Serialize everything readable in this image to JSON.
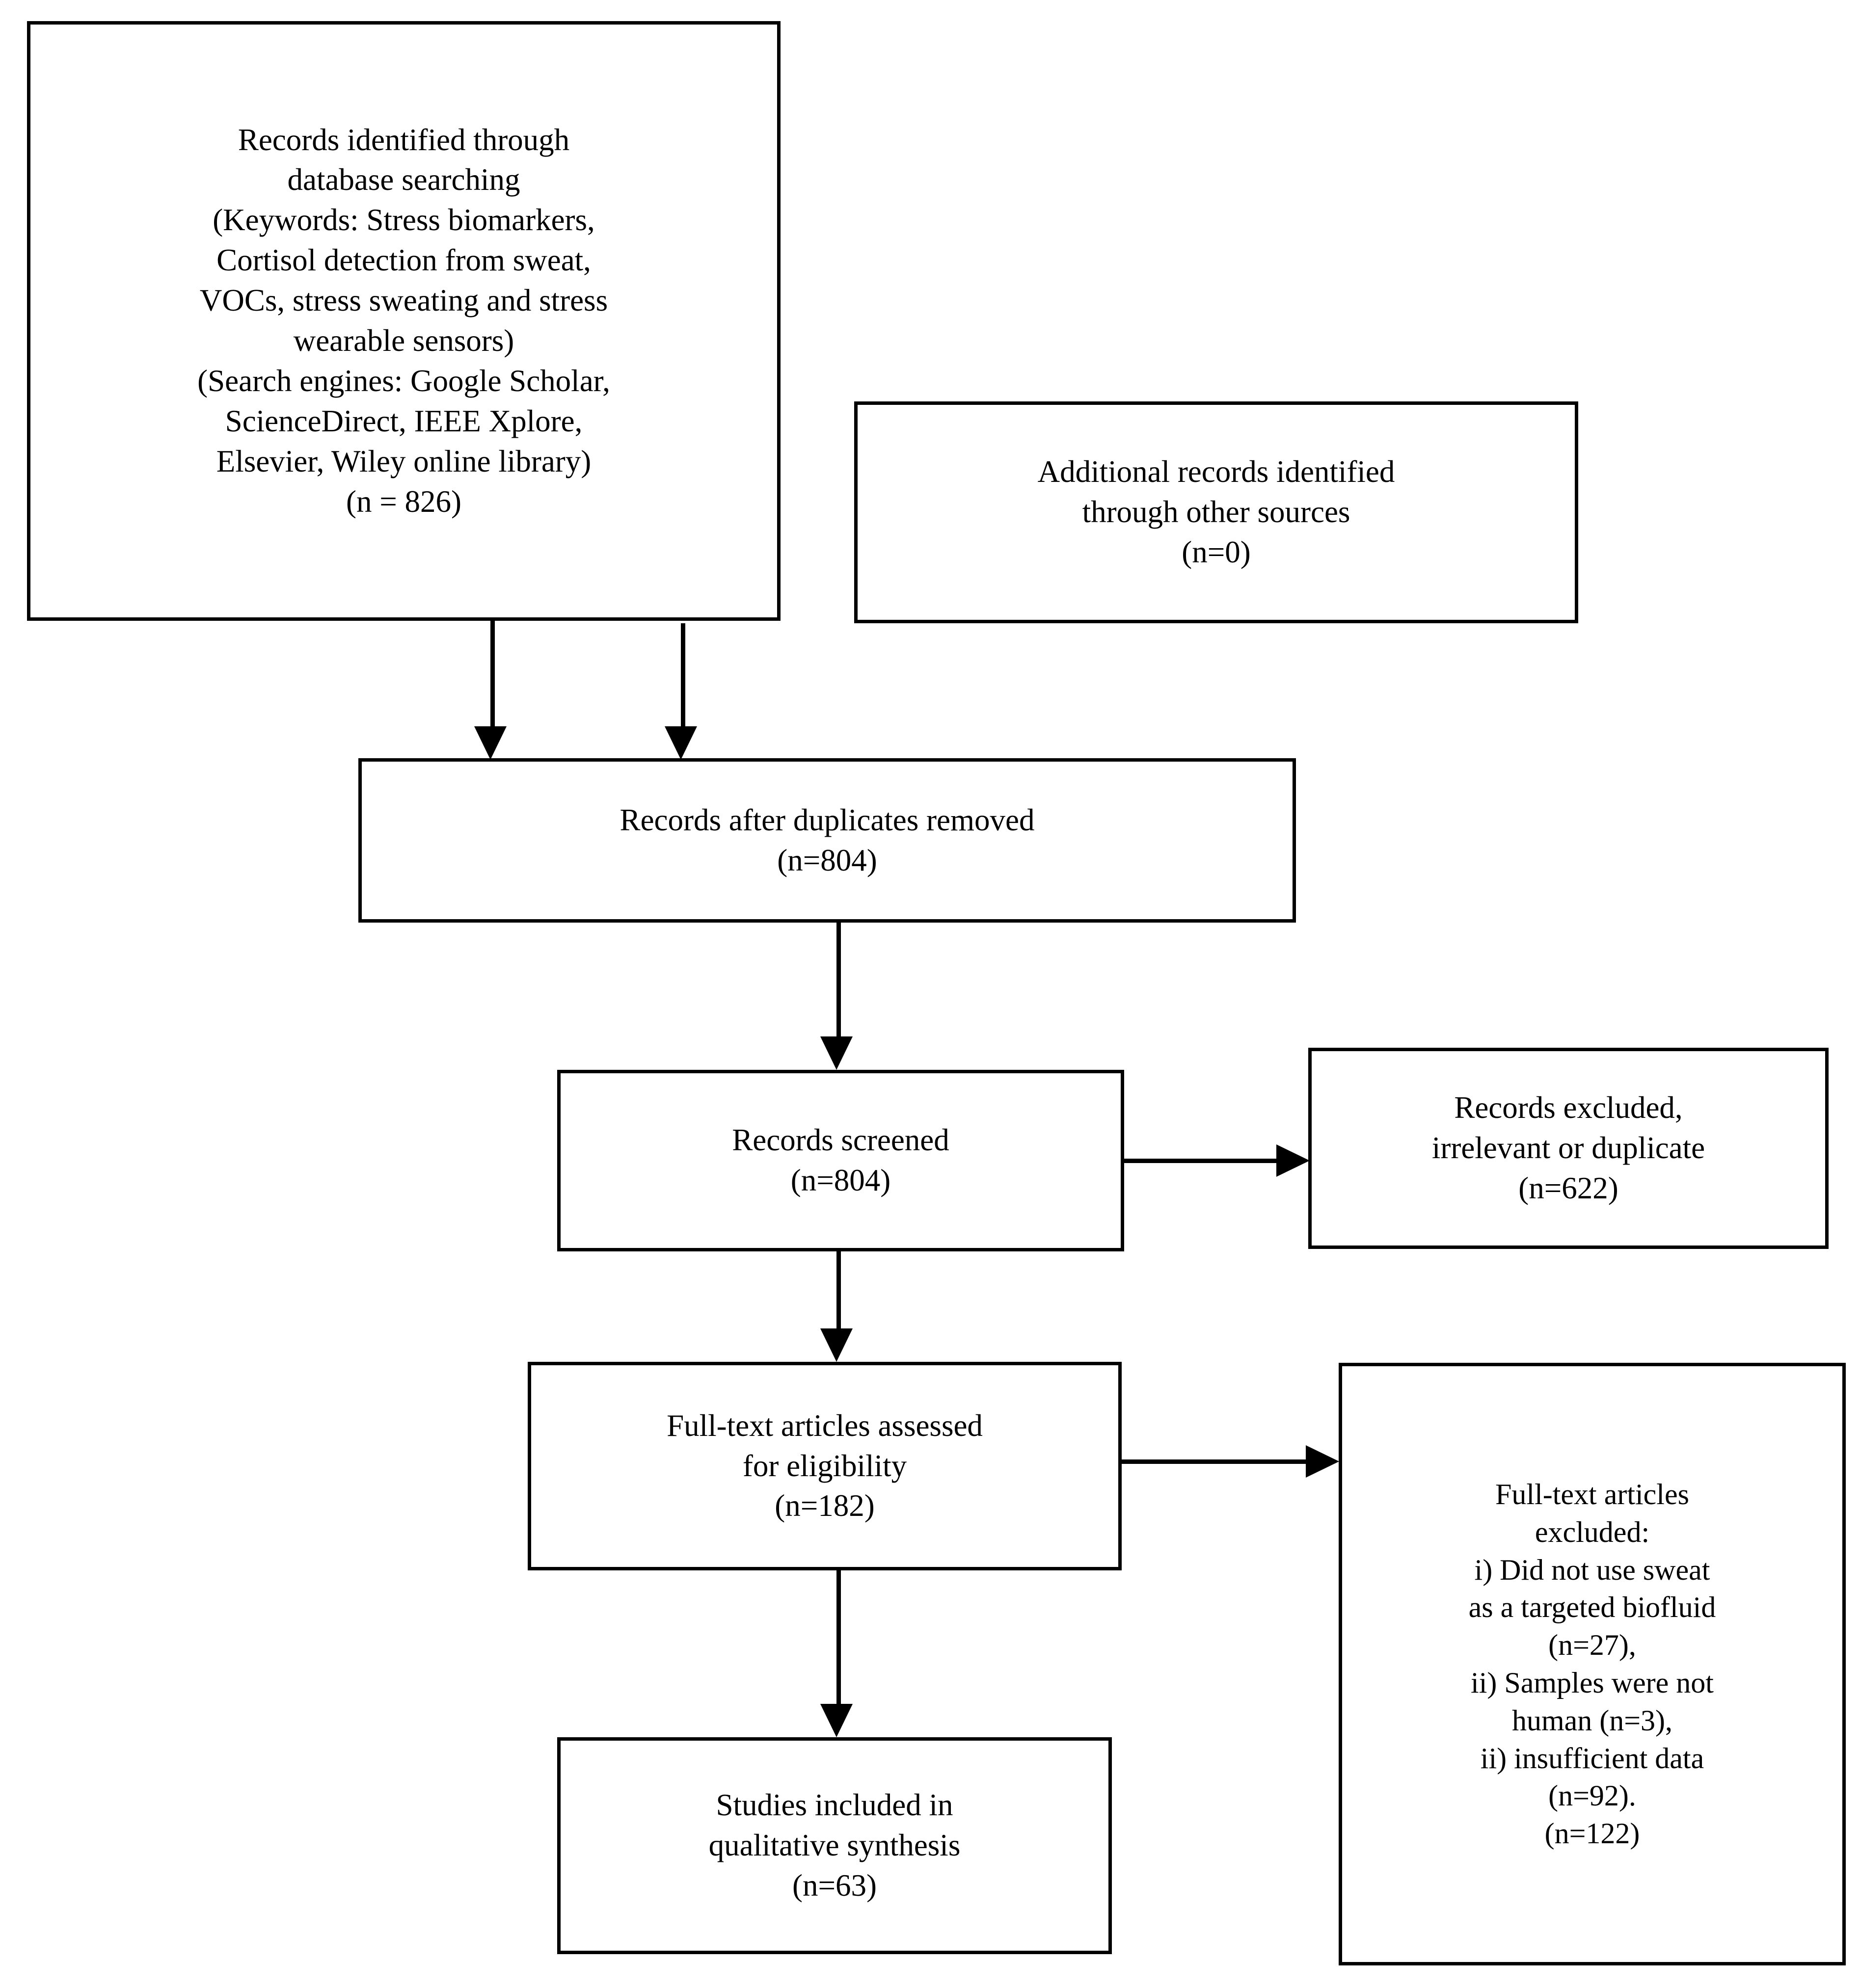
{
  "diagram": {
    "type": "prisma-flow-diagram",
    "title": "PRISMA study selection flow diagram",
    "stroke_color": "#000000",
    "background_color": "#ffffff"
  },
  "boxes": {
    "database_search": {
      "lines": [
        "Records identified through",
        "database searching",
        "(Keywords: Stress biomarkers,",
        "Cortisol detection from sweat,",
        "VOCs, stress sweating and stress",
        "wearable sensors)",
        "(Search engines: Google Scholar,",
        "ScienceDirect, IEEE Xplore,",
        "Elsevier, Wiley online library)",
        "(n = 826)"
      ],
      "count": 826
    },
    "additional_records": {
      "lines": [
        "Additional records identified",
        "through other sources",
        "(n=0)"
      ],
      "count": 0
    },
    "duplicates_removed": {
      "lines": [
        "Records after duplicates removed",
        "(n=804)"
      ],
      "count": 804
    },
    "records_screened": {
      "lines": [
        "Records screened",
        "(n=804)"
      ],
      "count": 804
    },
    "records_excluded": {
      "lines": [
        "Records excluded,",
        "irrelevant or duplicate",
        "(n=622)"
      ],
      "count": 622
    },
    "fulltext_assessed": {
      "lines": [
        "Full-text articles assessed",
        "for eligibility",
        "(n=182)"
      ],
      "count": 182
    },
    "fulltext_excluded": {
      "lines": [
        "Full-text articles",
        "excluded:",
        "i) Did not use sweat",
        "as a targeted biofluid",
        "(n=27),",
        "ii) Samples were not",
        "human (n=3),",
        "ii) insufficient data",
        "(n=92).",
        "(n=122)"
      ],
      "count": 122,
      "reason_counts": [
        27,
        3,
        92
      ]
    },
    "studies_included": {
      "lines": [
        "Studies included in",
        "qualitative synthesis",
        "(n=63)"
      ],
      "count": 63
    }
  }
}
